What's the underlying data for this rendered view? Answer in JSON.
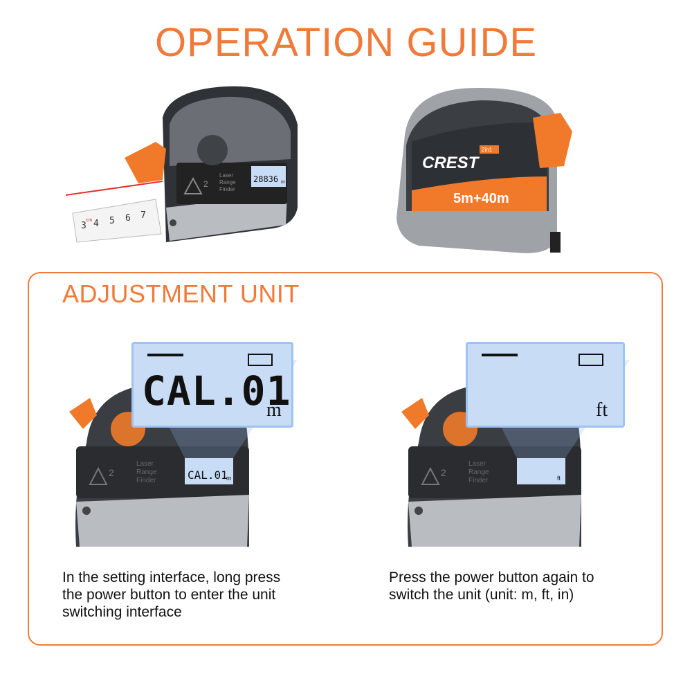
{
  "title": "OPERATION GUIDE",
  "hero_left": {
    "lcd_reading": "28836",
    "lcd_unit": "m",
    "side_label_lines": [
      "Laser",
      "Range",
      "Finder"
    ],
    "laser_class": "2",
    "tape_numbers": [
      "3",
      "4",
      "5",
      "6",
      "7"
    ],
    "tape_prefix": "cm"
  },
  "hero_right": {
    "brand": "CREST",
    "badge": "2in1",
    "spec": "5m+40m"
  },
  "section": {
    "title": "ADJUSTMENT UNIT",
    "step1": {
      "lcd_main": "CAL.01",
      "lcd_unit": "m",
      "device_lcd_main": "CAL.01",
      "device_lcd_unit": "m",
      "side_label_lines": [
        "Laser",
        "Range",
        "Finder"
      ],
      "laser_class": "2",
      "caption_lines": [
        "In the setting interface, long press",
        "the power button to enter the unit",
        "switching interface"
      ]
    },
    "step2": {
      "lcd_unit": "ft",
      "device_lcd_unit": "ft",
      "side_label_lines": [
        "Laser",
        "Range",
        "Finder"
      ],
      "laser_class": "2",
      "caption_lines": [
        "Press the power button again to",
        "switch the unit (unit: m, ft, in)"
      ]
    }
  },
  "colors": {
    "accent": "#f07a3a",
    "lcd_bg": "#c9dcf6",
    "device_dark": "#3a3d42",
    "device_grey": "#a7aaae"
  }
}
